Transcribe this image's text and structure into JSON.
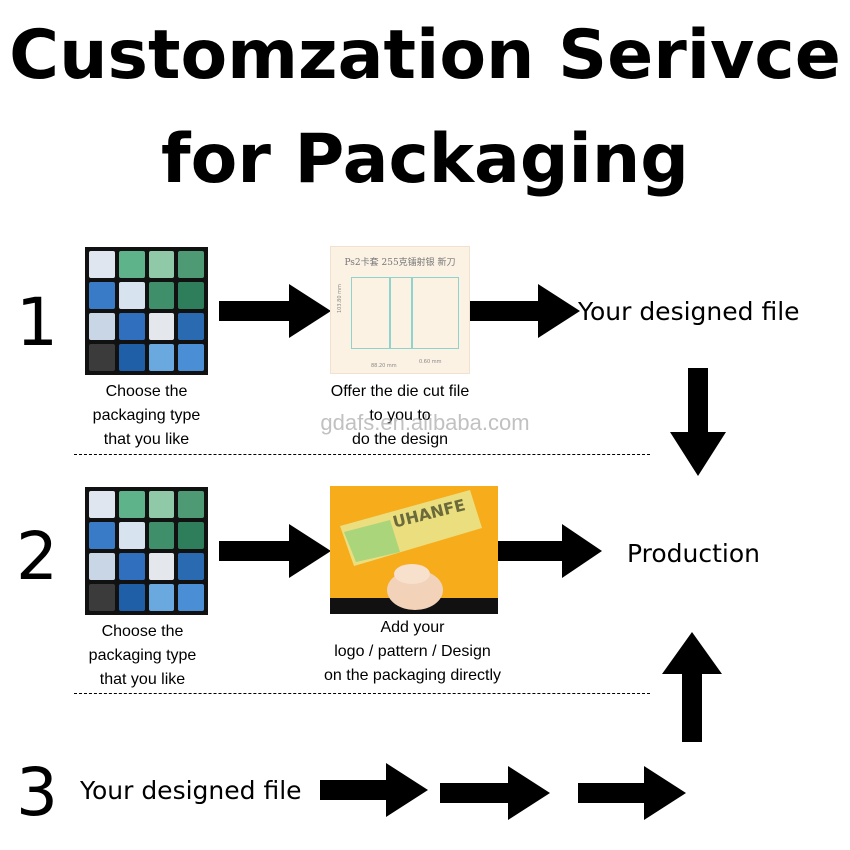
{
  "title": {
    "line1": "Customzation Serivce",
    "line2": "for Packaging"
  },
  "steps": [
    {
      "number": "1",
      "caption_a": [
        "Choose the",
        "packaging type",
        "that you like"
      ],
      "caption_b": [
        "Offer the die cut file",
        "to you to",
        "do the design"
      ],
      "result": "Your designed file"
    },
    {
      "number": "2",
      "caption_a": [
        "Choose the",
        "packaging type",
        "that you like"
      ],
      "caption_b": [
        "Add your",
        "logo / pattern / Design",
        "on the packaging directly"
      ],
      "result": "Production"
    },
    {
      "number": "3",
      "start": "Your designed file"
    }
  ],
  "diecut_sheet": {
    "header": "Ps2卡套  255克镭射银 新刀",
    "dim_height": "103.80 mm",
    "dim_width": "88.20 mm",
    "dim_gap": "0.60 mm"
  },
  "card_logo_text": "UHANFE",
  "watermark": "gdafs.en.alibaba.com",
  "colors": {
    "background": "#ffffff",
    "text": "#000000",
    "card_orange": "#f7ac1c",
    "diecut_paper": "#fbf2e4",
    "diecut_line": "#8fd3cf"
  }
}
